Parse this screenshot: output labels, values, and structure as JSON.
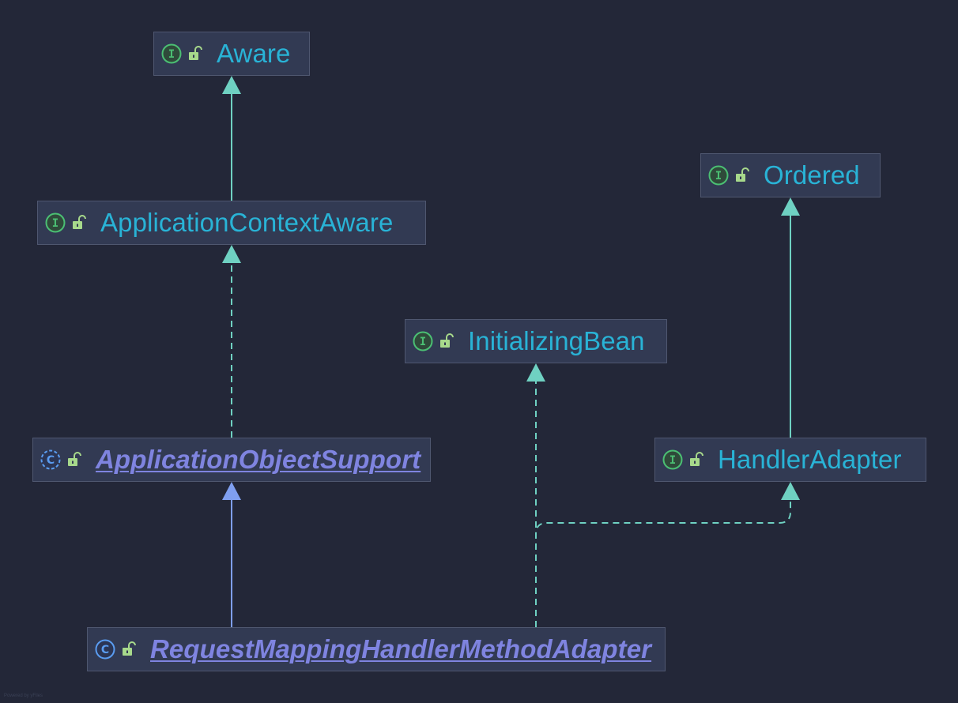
{
  "colors": {
    "background": "#232738",
    "node_fill": "#323a53",
    "node_border": "#4f5770",
    "interface_text": "#29b3d6",
    "abstract_class_text": "#7f84e0",
    "interface_icon": "#4bbf73",
    "class_icon": "#5a9cf0",
    "lock_icon": "#a7d98b",
    "implements_edge": "#6fd1c2",
    "extends_class_edge": "#7f9ff0"
  },
  "nodes": [
    {
      "id": "aware",
      "label": "Aware",
      "kind": "interface",
      "kind_icon": "interface-icon",
      "access_icon": "unlocked-icon",
      "abstract": false
    },
    {
      "id": "ordered",
      "label": "Ordered",
      "kind": "interface",
      "kind_icon": "interface-icon",
      "access_icon": "unlocked-icon",
      "abstract": false
    },
    {
      "id": "application_context_aware",
      "label": "ApplicationContextAware",
      "kind": "interface",
      "kind_icon": "interface-icon",
      "access_icon": "unlocked-icon",
      "abstract": false
    },
    {
      "id": "initializing_bean",
      "label": "InitializingBean",
      "kind": "interface",
      "kind_icon": "interface-icon",
      "access_icon": "unlocked-icon",
      "abstract": false
    },
    {
      "id": "application_object_support",
      "label": "ApplicationObjectSupport",
      "kind": "abstract-class",
      "kind_icon": "abstract-class-icon",
      "access_icon": "unlocked-icon",
      "abstract": true
    },
    {
      "id": "handler_adapter",
      "label": "HandlerAdapter",
      "kind": "interface",
      "kind_icon": "interface-icon",
      "access_icon": "unlocked-icon",
      "abstract": false
    },
    {
      "id": "request_mapping_handler_method_adapter",
      "label": "RequestMappingHandlerMethodAdapter",
      "kind": "abstract-class",
      "kind_icon": "class-icon",
      "access_icon": "unlocked-icon",
      "abstract": true
    }
  ],
  "edges": [
    {
      "from": "application_context_aware",
      "to": "aware",
      "type": "extends",
      "style": "solid"
    },
    {
      "from": "handler_adapter",
      "to": "ordered",
      "type": "extends",
      "style": "solid"
    },
    {
      "from": "application_object_support",
      "to": "application_context_aware",
      "type": "implements",
      "style": "dashed"
    },
    {
      "from": "request_mapping_handler_method_adapter",
      "to": "application_object_support",
      "type": "extends-class",
      "style": "solid"
    },
    {
      "from": "request_mapping_handler_method_adapter",
      "to": "initializing_bean",
      "type": "implements",
      "style": "dashed"
    },
    {
      "from": "request_mapping_handler_method_adapter",
      "to": "handler_adapter",
      "type": "implements",
      "style": "dashed"
    }
  ],
  "footer": "Powered by yFiles"
}
